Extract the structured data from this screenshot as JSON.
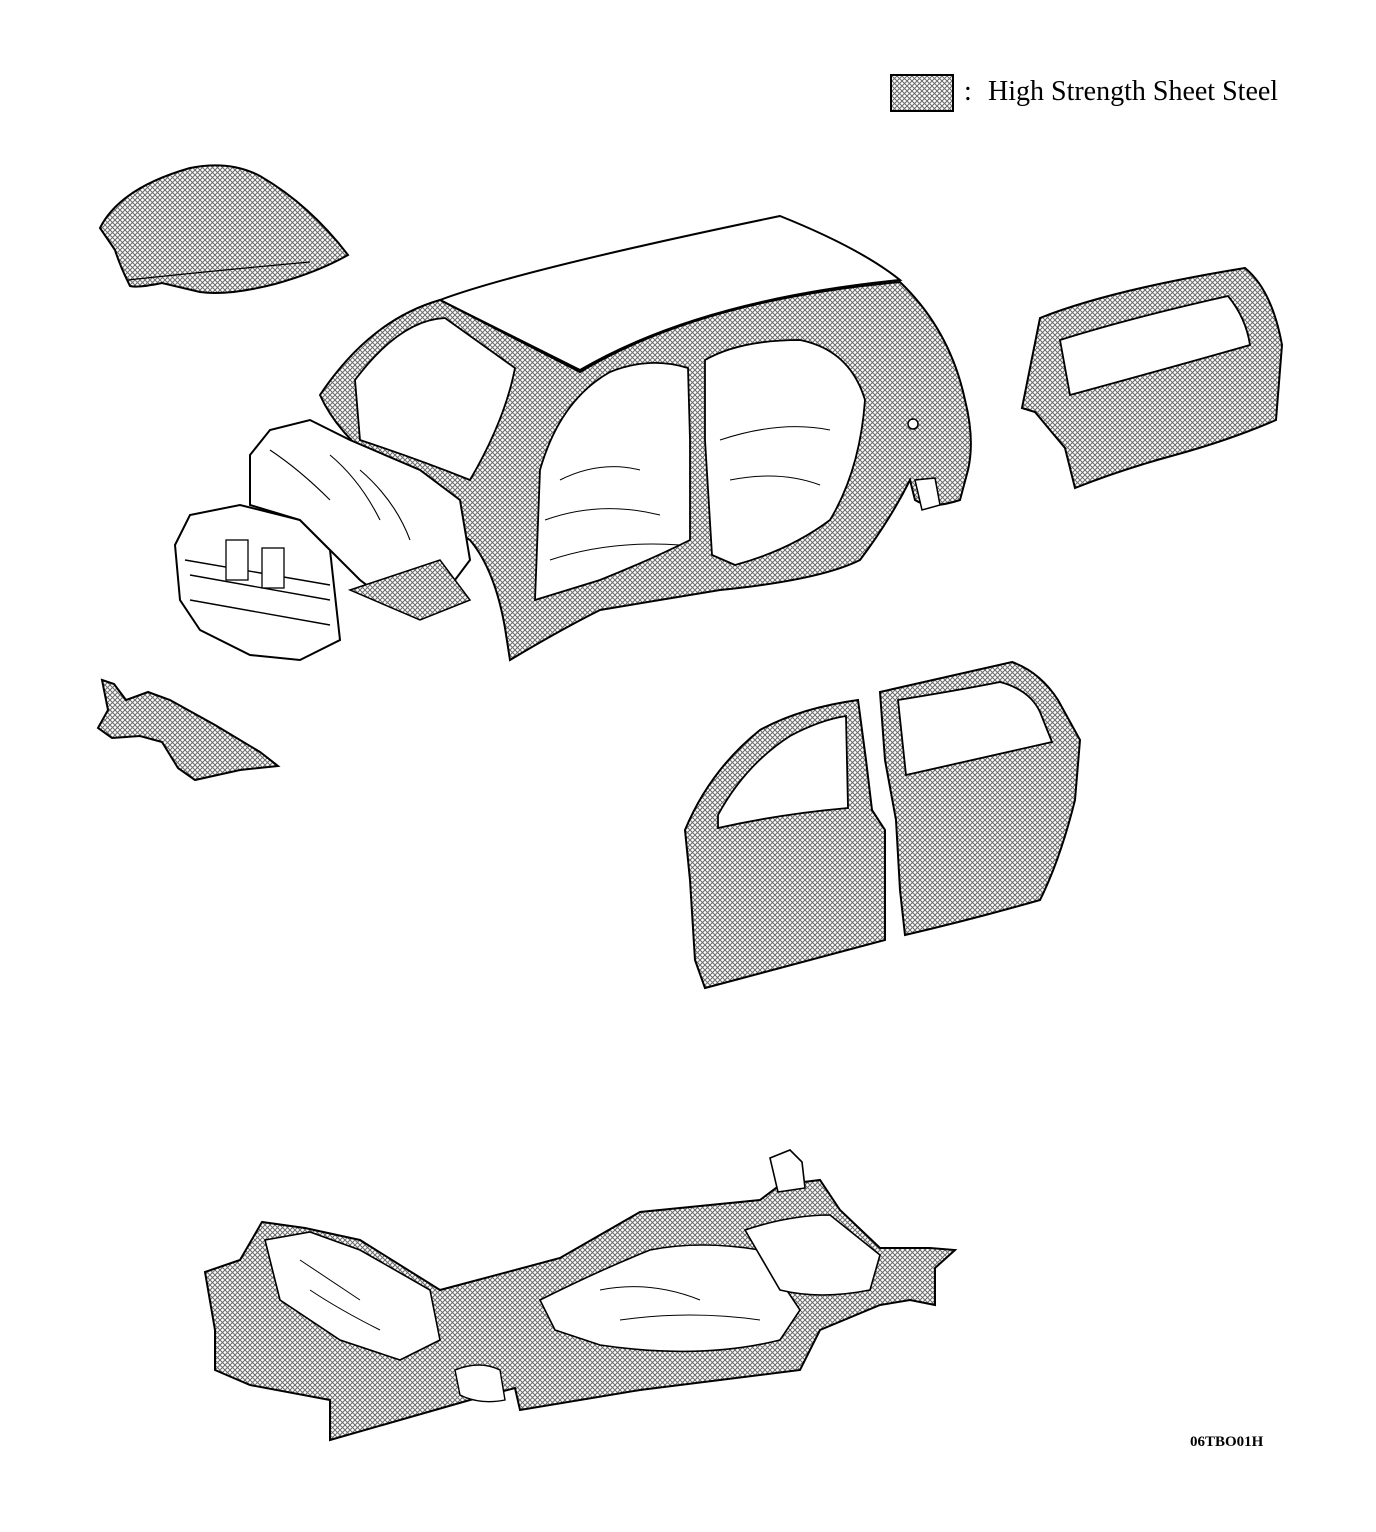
{
  "legend": {
    "colon": ":",
    "label": "High Strength Sheet Steel",
    "swatch_pattern": "crosshatch-dots"
  },
  "figure_code": "06TBO01H",
  "colors": {
    "line": "#000000",
    "hatch": "#8a8a8a",
    "background": "#ffffff"
  }
}
